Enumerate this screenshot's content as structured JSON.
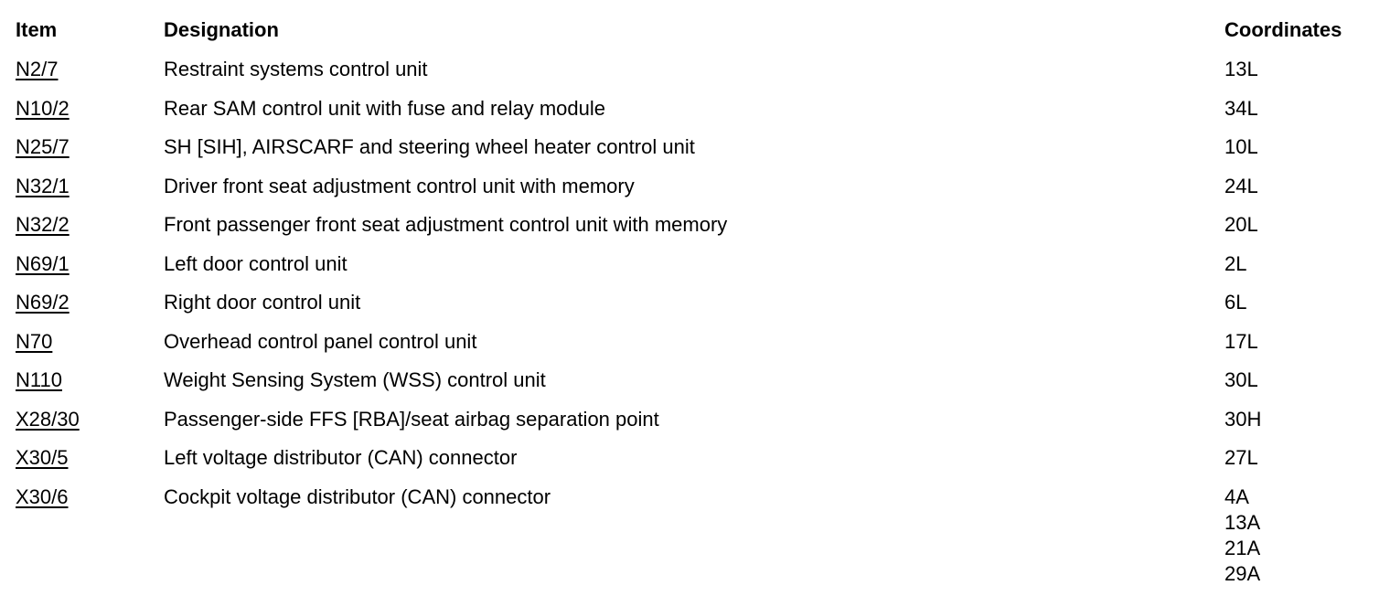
{
  "headers": {
    "item": "Item",
    "designation": "Designation",
    "coordinates": "Coordinates"
  },
  "rows": [
    {
      "item": "N2/7",
      "designation": "Restraint systems control unit",
      "coordinates": [
        "13L"
      ]
    },
    {
      "item": "N10/2",
      "designation": "Rear SAM control unit with fuse and relay module",
      "coordinates": [
        "34L"
      ]
    },
    {
      "item": "N25/7",
      "designation": "SH [SIH], AIRSCARF and steering wheel heater control unit",
      "coordinates": [
        "10L"
      ]
    },
    {
      "item": "N32/1",
      "designation": "Driver front seat adjustment control unit with memory",
      "coordinates": [
        "24L"
      ]
    },
    {
      "item": "N32/2",
      "designation": "Front passenger front seat adjustment control unit with memory",
      "coordinates": [
        "20L"
      ]
    },
    {
      "item": "N69/1",
      "designation": "Left door control unit",
      "coordinates": [
        "2L"
      ]
    },
    {
      "item": "N69/2",
      "designation": "Right door control unit",
      "coordinates": [
        "6L"
      ]
    },
    {
      "item": "N70",
      "designation": "Overhead control panel control unit",
      "coordinates": [
        "17L"
      ]
    },
    {
      "item": "N110",
      "designation": "Weight Sensing System (WSS) control unit",
      "coordinates": [
        "30L"
      ]
    },
    {
      "item": "X28/30",
      "designation": "Passenger-side FFS [RBA]/seat airbag separation point",
      "coordinates": [
        "30H"
      ]
    },
    {
      "item": "X30/5",
      "designation": "Left voltage distributor (CAN) connector",
      "coordinates": [
        "27L"
      ]
    },
    {
      "item": "X30/6",
      "designation": "Cockpit voltage distributor (CAN) connector",
      "coordinates": [
        "4A",
        "13A",
        "21A",
        "29A"
      ]
    }
  ]
}
